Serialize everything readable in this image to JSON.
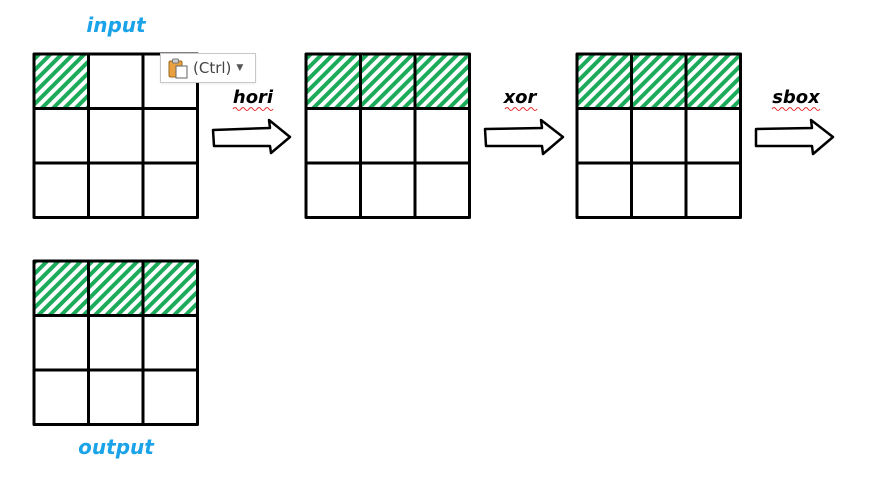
{
  "labels": {
    "input": "input",
    "output": "output",
    "op_hori": "hori",
    "op_xor": "xor",
    "op_sbox": "sbox"
  },
  "paste_options": {
    "label": "(Ctrl)",
    "icon": "clipboard-paste-icon"
  },
  "colors": {
    "label_blue": "#1aa3e8",
    "hatch_green": "#1bab5a",
    "grid_line": "#000000",
    "squiggle_red": "#e23030"
  },
  "grids": [
    {
      "id": "input",
      "filled": [
        [
          1,
          0,
          0
        ],
        [
          0,
          0,
          0
        ],
        [
          0,
          0,
          0
        ]
      ]
    },
    {
      "id": "after-hori",
      "filled": [
        [
          1,
          1,
          1
        ],
        [
          0,
          0,
          0
        ],
        [
          0,
          0,
          0
        ]
      ]
    },
    {
      "id": "after-xor",
      "filled": [
        [
          1,
          1,
          1
        ],
        [
          0,
          0,
          0
        ],
        [
          0,
          0,
          0
        ]
      ]
    },
    {
      "id": "output",
      "filled": [
        [
          1,
          1,
          1
        ],
        [
          0,
          0,
          0
        ],
        [
          0,
          0,
          0
        ]
      ]
    }
  ]
}
